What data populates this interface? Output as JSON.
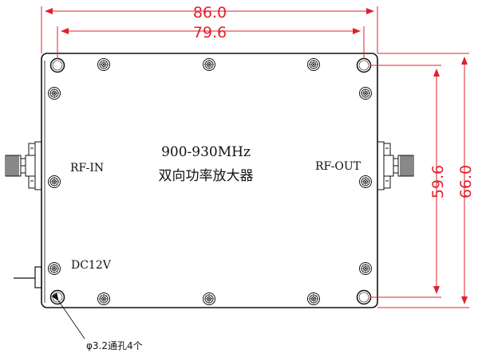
{
  "dimensions": {
    "total_width": "86.0",
    "hole_spacing_width": "79.6",
    "hole_spacing_height": "59.6",
    "total_height": "66.0"
  },
  "labels": {
    "title_line1": "900-930MHz",
    "title_line2": "双向功率放大器",
    "rf_in": "RF-IN",
    "rf_out": "RF-OUT",
    "dc": "DC12V",
    "hole_note": "φ3.2通孔4个"
  },
  "colors": {
    "outline": "#111111",
    "dimension": "#e0202a"
  }
}
